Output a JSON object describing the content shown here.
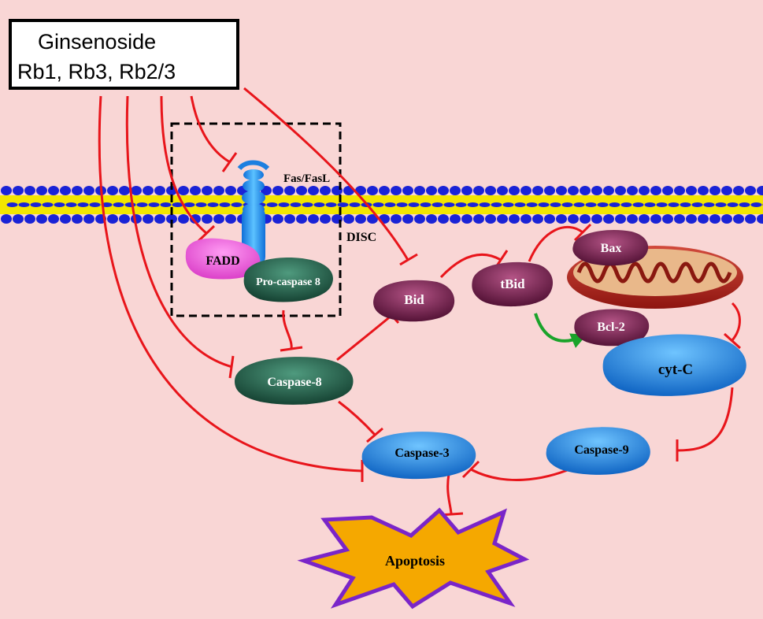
{
  "inhibitor": {
    "line1": "Ginsenoside",
    "line2": "Rb1, Rb3, Rb2/3"
  },
  "labels": {
    "fas": "Fas/FasL",
    "disc": "DISC",
    "fadd": "FADD",
    "procaspase8": "Pro-caspase 8",
    "caspase8": "Caspase-8",
    "bid": "Bid",
    "tbid": "tBid",
    "bax": "Bax",
    "bcl2": "Bcl-2",
    "cytc": "cyt-C",
    "caspase9": "Caspase-9",
    "caspase3": "Caspase-3",
    "apoptosis": "Apoptosis"
  },
  "colors": {
    "background": "#f9d6d5",
    "inhibition_line": "#e8151b",
    "activation_arrow": "#1aa32a",
    "membrane_head": "#1a23d6",
    "membrane_tail": "#f2e600",
    "caspase8_green": "#1f5e48",
    "bid_purple": "#7a1d4e",
    "blue_protein": "#1c7fe0",
    "fadd_pink": "#e64fd6",
    "apoptosis_fill": "#f5a800",
    "apoptosis_border": "#7a25c9"
  }
}
